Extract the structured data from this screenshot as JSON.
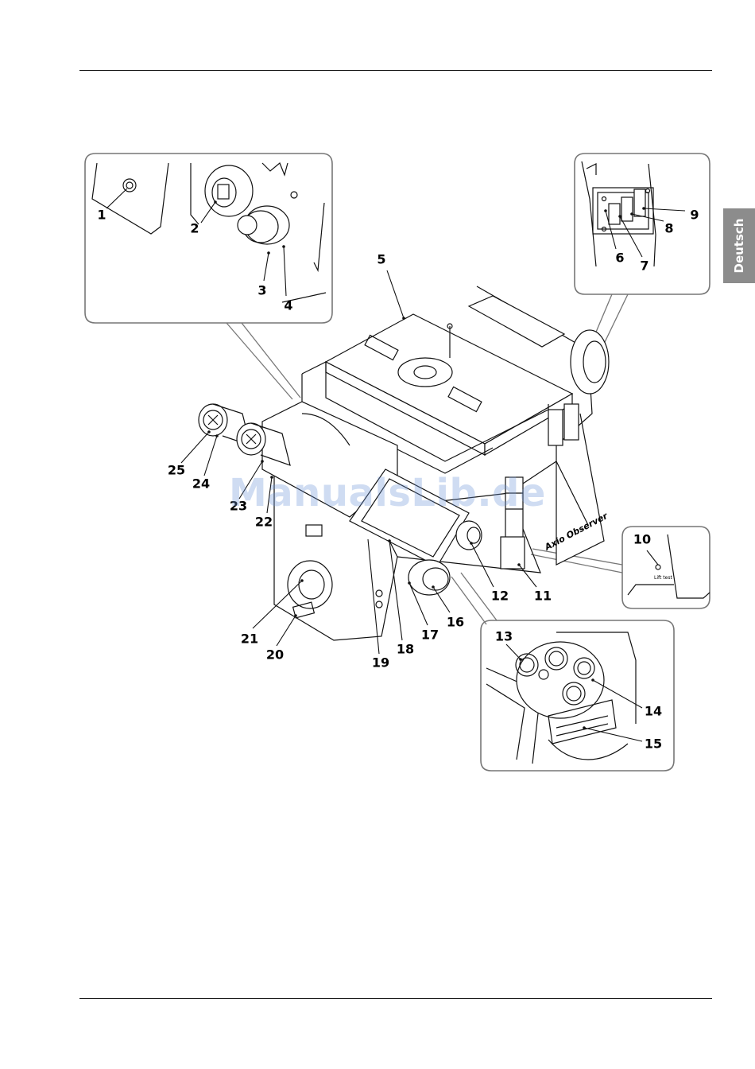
{
  "side_tab": {
    "label": "Deutsch"
  },
  "watermark": "ManualsLib.de",
  "brand_text": "Axio Observer",
  "tiny_label": "Lift test",
  "callouts": [
    {
      "id": "c1",
      "text": "1"
    },
    {
      "id": "c2",
      "text": "2"
    },
    {
      "id": "c3",
      "text": "3"
    },
    {
      "id": "c4",
      "text": "4"
    },
    {
      "id": "c5",
      "text": "5"
    },
    {
      "id": "c6",
      "text": "6"
    },
    {
      "id": "c7",
      "text": "7"
    },
    {
      "id": "c8",
      "text": "8"
    },
    {
      "id": "c9",
      "text": "9"
    },
    {
      "id": "c10",
      "text": "10"
    },
    {
      "id": "c11",
      "text": "11"
    },
    {
      "id": "c12",
      "text": "12"
    },
    {
      "id": "c13",
      "text": "13"
    },
    {
      "id": "c14",
      "text": "14"
    },
    {
      "id": "c15",
      "text": "15"
    },
    {
      "id": "c16",
      "text": "16"
    },
    {
      "id": "c17",
      "text": "17"
    },
    {
      "id": "c18",
      "text": "18"
    },
    {
      "id": "c19",
      "text": "19"
    },
    {
      "id": "c20",
      "text": "20"
    },
    {
      "id": "c21",
      "text": "21"
    },
    {
      "id": "c22",
      "text": "22"
    },
    {
      "id": "c23",
      "text": "23"
    },
    {
      "id": "c24",
      "text": "24"
    },
    {
      "id": "c25",
      "text": "25"
    }
  ]
}
